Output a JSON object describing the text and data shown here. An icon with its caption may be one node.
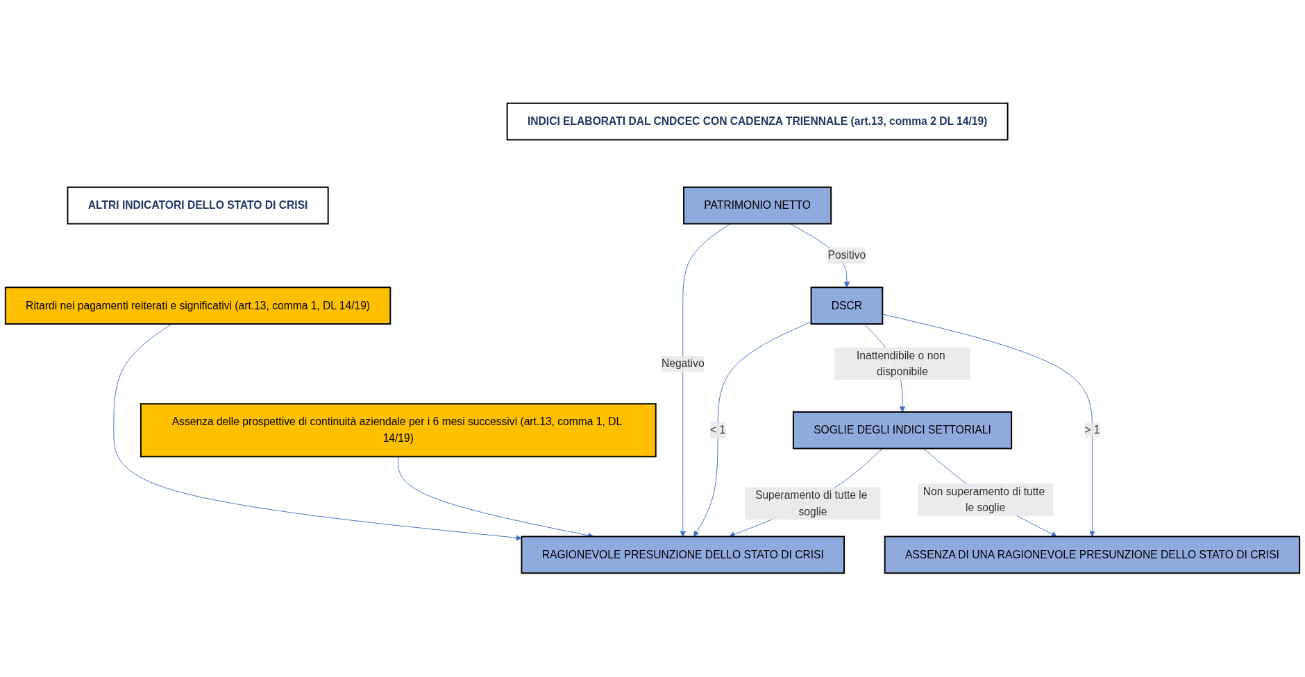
{
  "diagram": {
    "nodes": [
      {
        "text": [
          "INDICI ELABORATI DAL CNDCEC CON CADENZA TRIENNALE (art.13, comma 2 DL 14/19)"
        ]
      },
      {
        "text": [
          "ALTRI INDICATORI DELLO STATO DI CRISI"
        ]
      },
      {
        "text": [
          "PATRIMONIO NETTO"
        ]
      },
      {
        "text": [
          "DSCR"
        ]
      },
      {
        "text": [
          "RAGIONEVOLE PRESUNZIONE DELLO STATO DI CRISI"
        ]
      },
      {
        "text": [
          "SOGLIE DEGLI INDICI SETTORIALI"
        ]
      },
      {
        "text": [
          "ASSENZA DI UNA RAGIONEVOLE PRESUNZIONE DELLO STATO DI CRISI"
        ]
      },
      {
        "text": [
          "Ritardi nei pagamenti reiterati e significativi (art.13, comma 1, DL 14/19)"
        ]
      },
      {
        "text": [
          "Assenza delle prospettive di continuità aziendale per i 6 mesi successivi (art.13, comma 1, DL 14/19)"
        ]
      }
    ],
    "edges": [
      {
        "from": 2,
        "to": 4,
        "arrow": "to",
        "label": "Negativo"
      },
      {
        "from": 2,
        "to": 3,
        "arrow": "to",
        "label": "Positivo"
      },
      {
        "from": 3,
        "to": 4,
        "arrow": "to",
        "label": "< 1"
      },
      {
        "from": 3,
        "to": 5,
        "arrow": "to",
        "label": "Inattendibile o non disponibile"
      },
      {
        "from": 3,
        "to": 6,
        "arrow": "to",
        "label": "> 1"
      },
      {
        "from": 5,
        "to": 4,
        "arrow": "to",
        "label": "Superamento di tutte le soglie"
      },
      {
        "from": 5,
        "to": 6,
        "arrow": "to",
        "label": "Non superamento di tutte le soglie"
      },
      {
        "from": 7,
        "to": 4,
        "arrow": "to"
      },
      {
        "from": 8,
        "to": 4,
        "arrow": "to"
      }
    ]
  }
}
